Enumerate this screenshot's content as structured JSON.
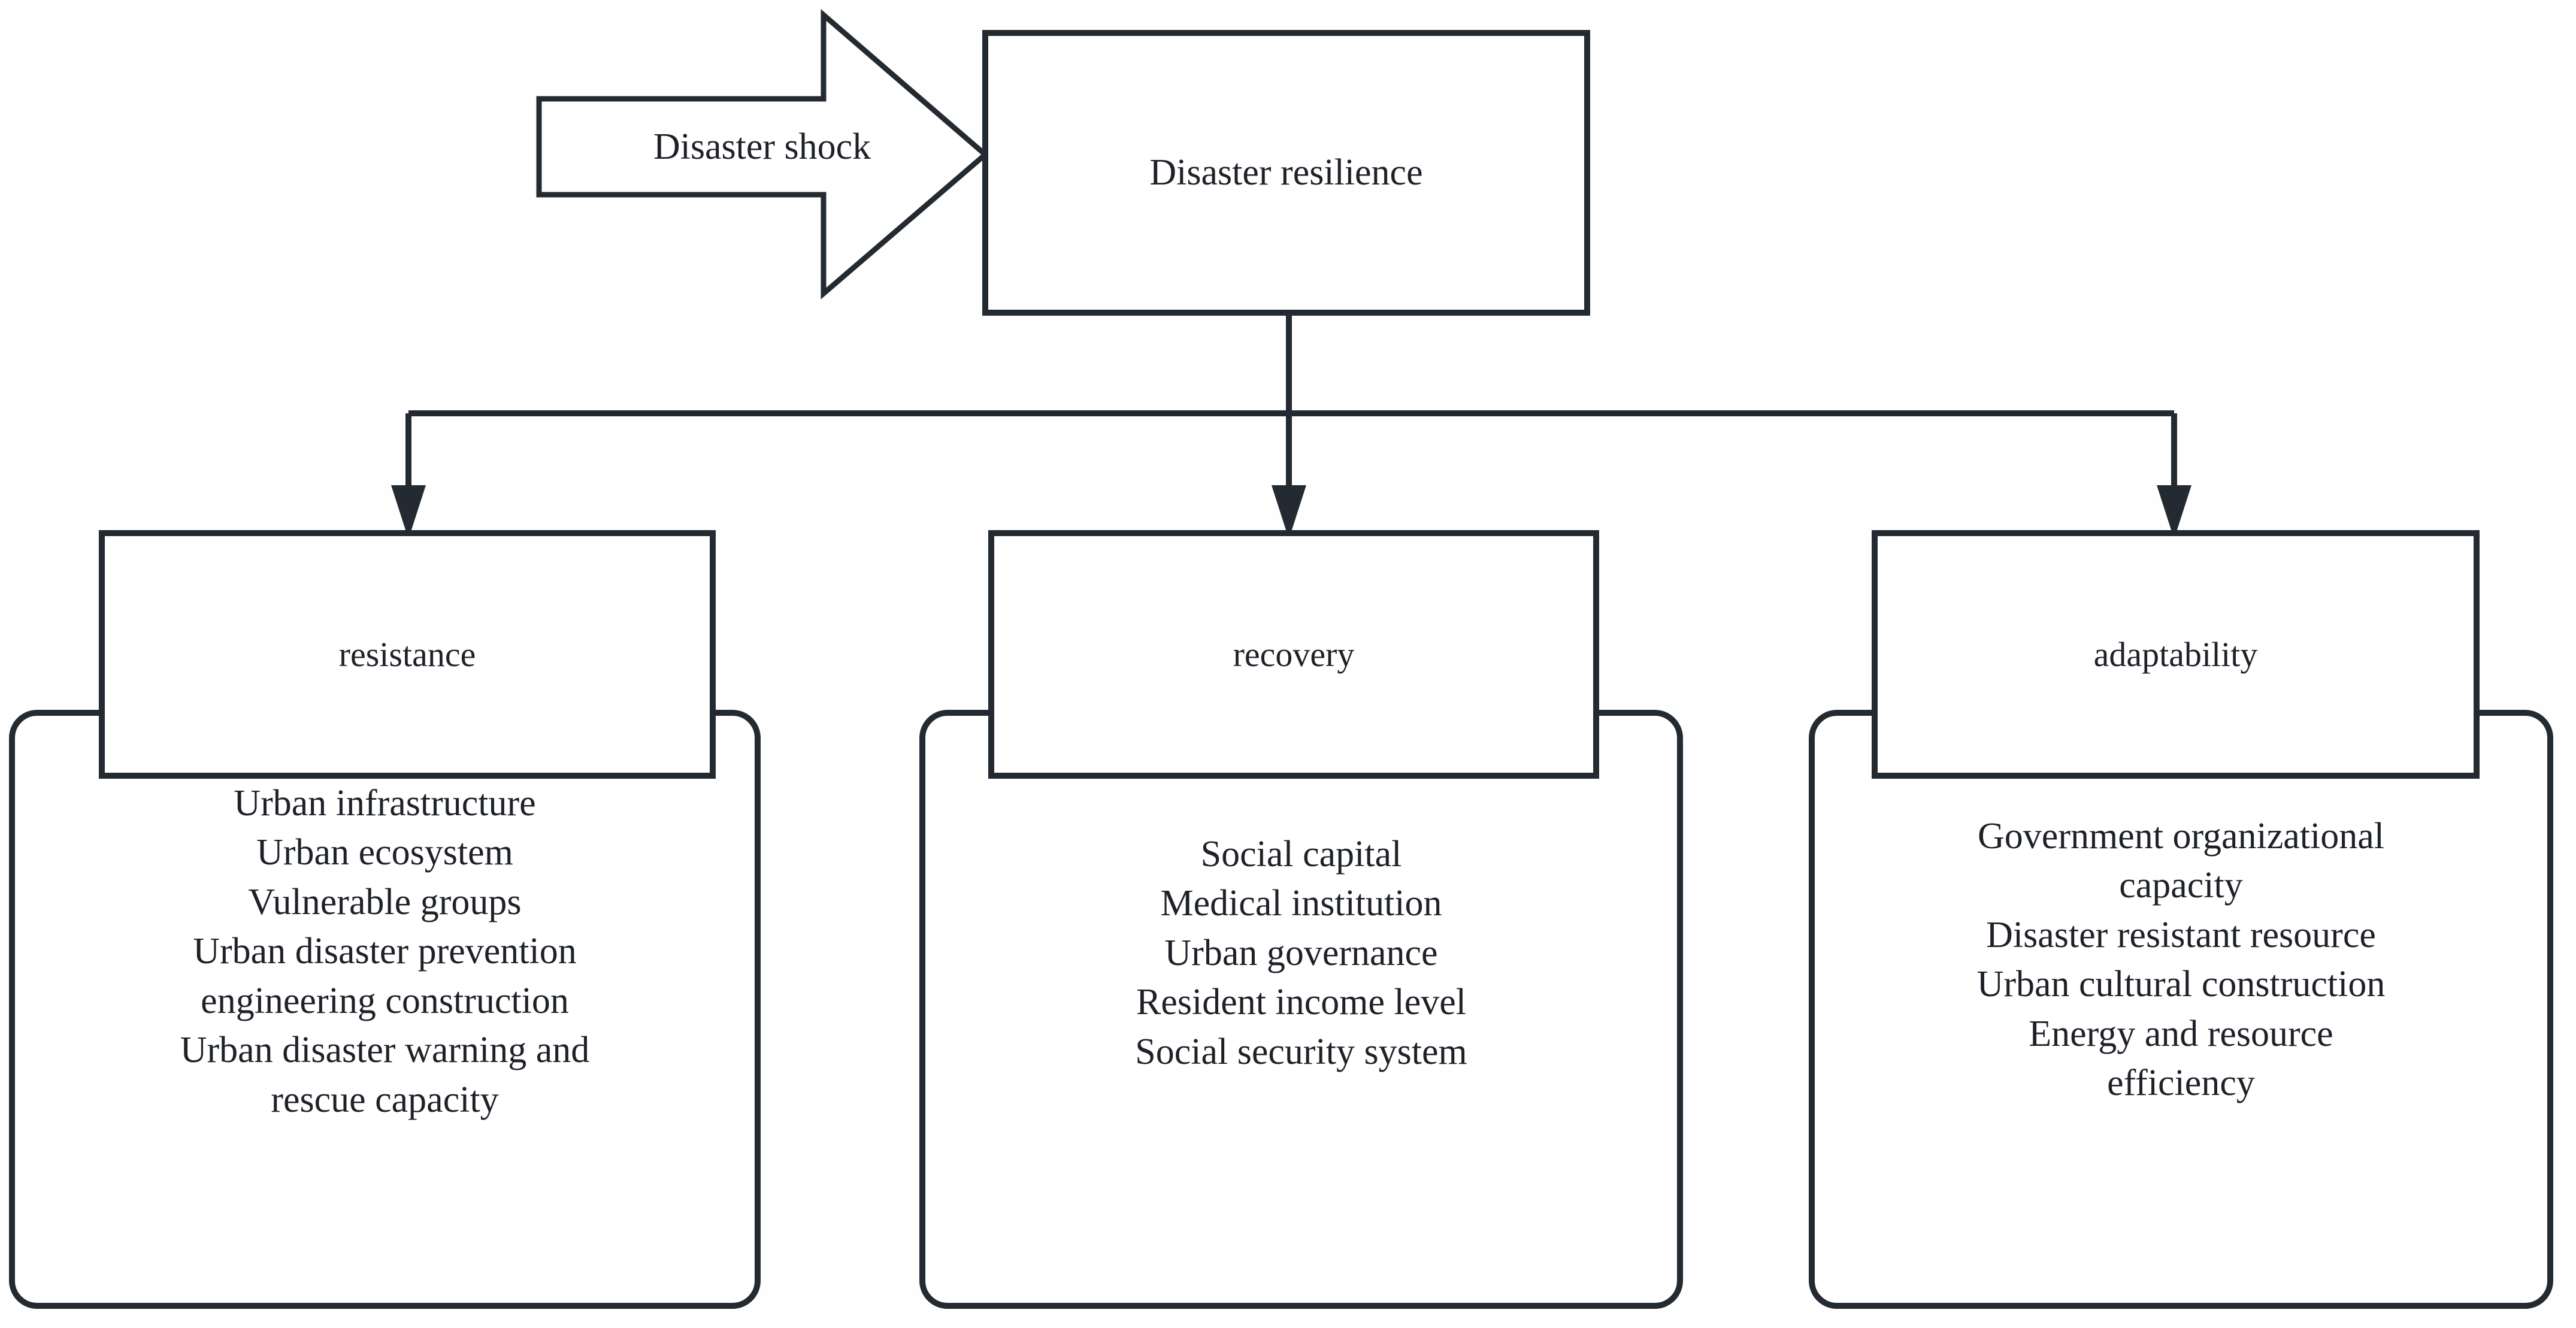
{
  "diagram": {
    "type": "hierarchy-flow",
    "stroke_color": "#242a31",
    "background_color": "#fefefe",
    "text_color": "#1e2228",
    "top": {
      "shock": {
        "label": "Disaster shock",
        "shape": "right-arrow"
      },
      "resilience": {
        "label": "Disaster resilience",
        "shape": "rectangle"
      }
    },
    "categories": [
      {
        "id": "resistance",
        "title": "resistance",
        "items": [
          "Urban infrastructure",
          "Urban ecosystem",
          "Vulnerable groups",
          "Urban disaster prevention",
          "engineering construction",
          "Urban disaster warning and",
          "rescue capacity"
        ]
      },
      {
        "id": "recovery",
        "title": "recovery",
        "items": [
          "Social capital",
          "Medical institution",
          "Urban governance",
          "Resident income level",
          "Social security system"
        ]
      },
      {
        "id": "adaptability",
        "title": "adaptability",
        "items": [
          "Government organizational",
          "capacity",
          "Disaster resistant resource",
          "Urban cultural construction",
          "Energy and resource",
          "efficiency"
        ]
      }
    ]
  }
}
